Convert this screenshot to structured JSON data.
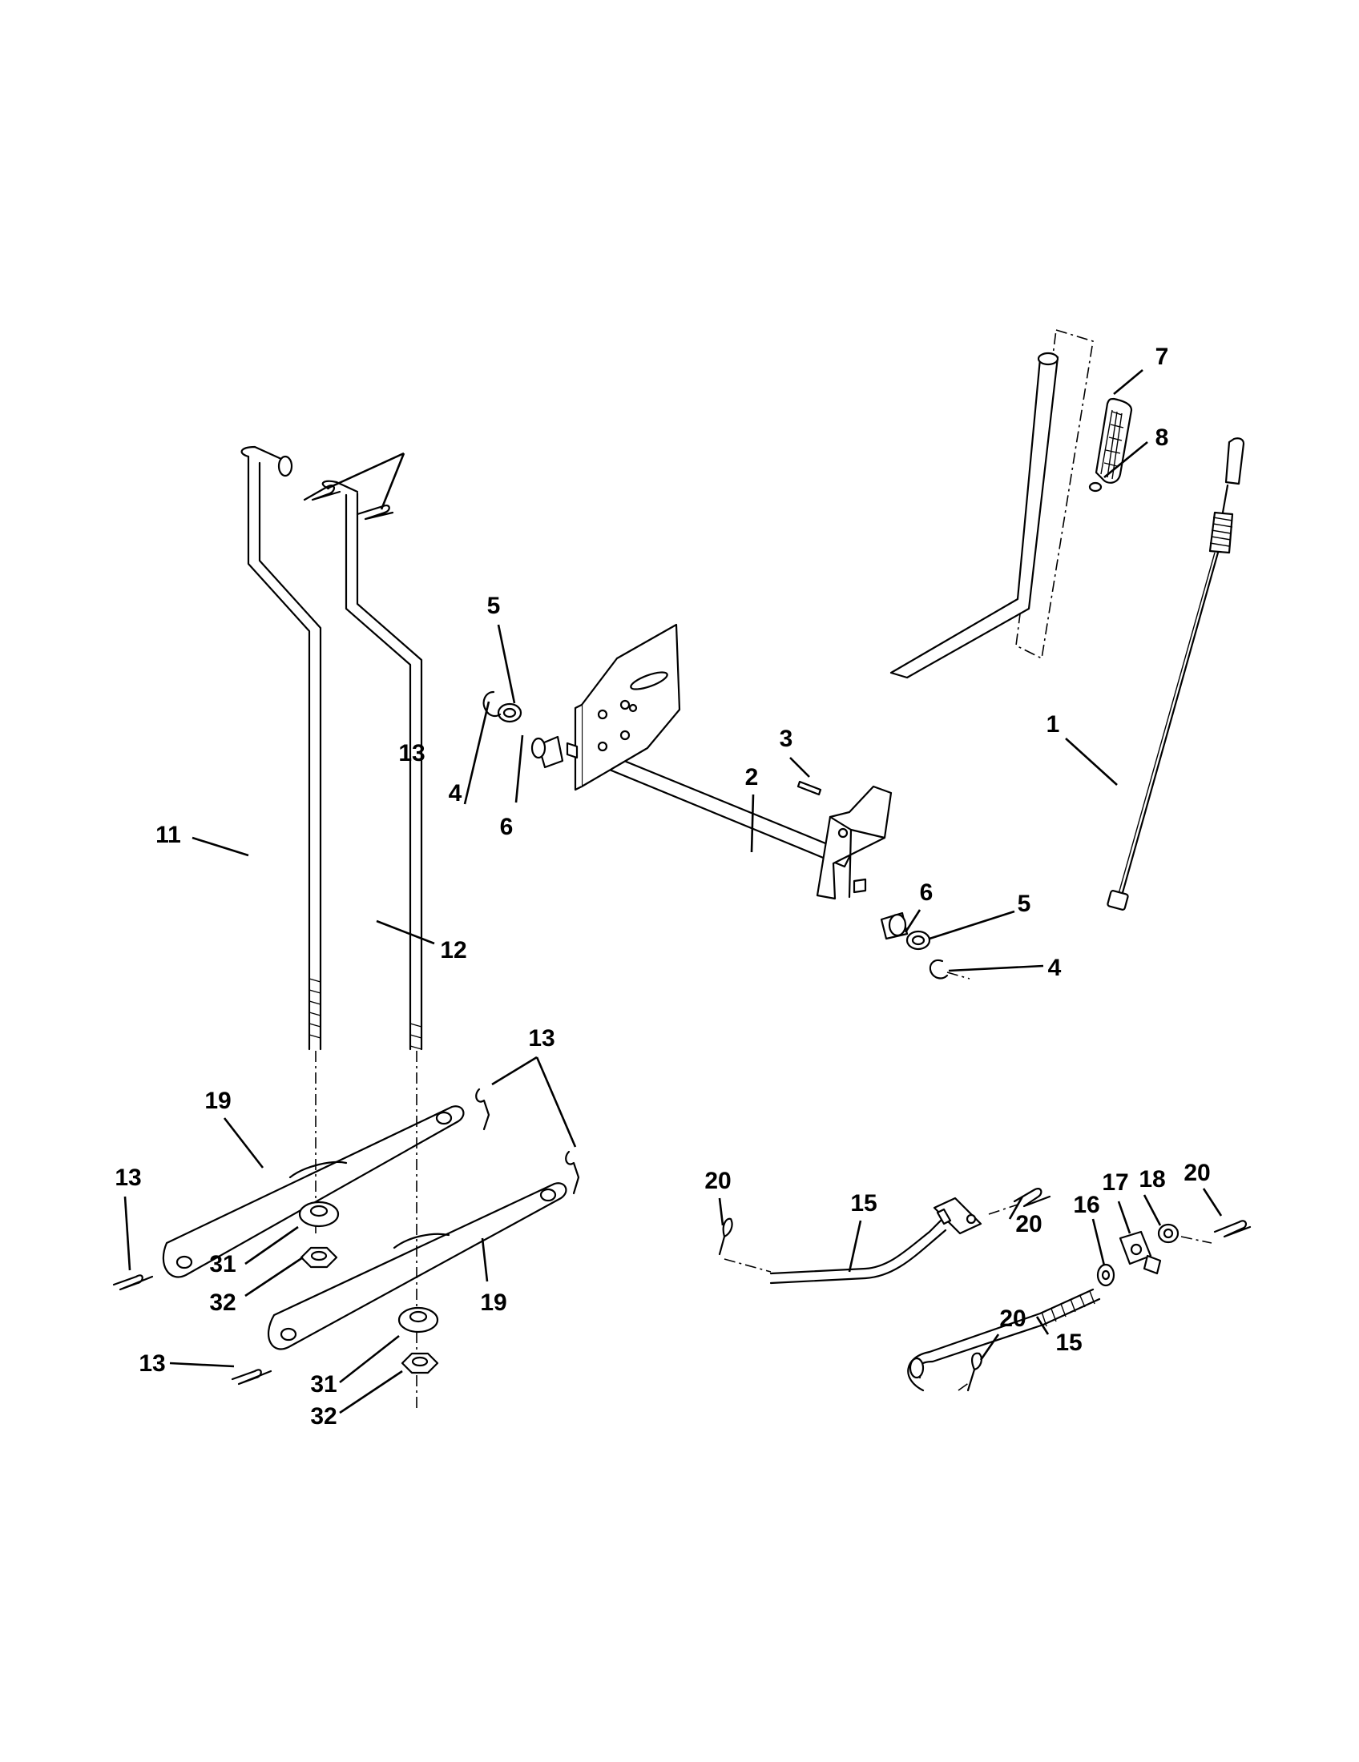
{
  "diagram": {
    "callouts": [
      {
        "id": "c7",
        "label": "7"
      },
      {
        "id": "c8",
        "label": "8"
      },
      {
        "id": "c5a",
        "label": "5"
      },
      {
        "id": "c1",
        "label": "1"
      },
      {
        "id": "c3",
        "label": "3"
      },
      {
        "id": "c13a",
        "label": "13"
      },
      {
        "id": "c4a",
        "label": "4"
      },
      {
        "id": "c2",
        "label": "2"
      },
      {
        "id": "c6a",
        "label": "6"
      },
      {
        "id": "c11",
        "label": "11"
      },
      {
        "id": "c6b",
        "label": "6"
      },
      {
        "id": "c5b",
        "label": "5"
      },
      {
        "id": "c12",
        "label": "12"
      },
      {
        "id": "c4b",
        "label": "4"
      },
      {
        "id": "c13b",
        "label": "13"
      },
      {
        "id": "c19a",
        "label": "19"
      },
      {
        "id": "c13c",
        "label": "13"
      },
      {
        "id": "c20a",
        "label": "20"
      },
      {
        "id": "c17",
        "label": "17"
      },
      {
        "id": "c18",
        "label": "18"
      },
      {
        "id": "c20b",
        "label": "20"
      },
      {
        "id": "c15a",
        "label": "15"
      },
      {
        "id": "c16",
        "label": "16"
      },
      {
        "id": "c20c",
        "label": "20"
      },
      {
        "id": "c31a",
        "label": "31"
      },
      {
        "id": "c32a",
        "label": "32"
      },
      {
        "id": "c19b",
        "label": "19"
      },
      {
        "id": "c20d",
        "label": "20"
      },
      {
        "id": "c15b",
        "label": "15"
      },
      {
        "id": "c13d",
        "label": "13"
      },
      {
        "id": "c31b",
        "label": "31"
      },
      {
        "id": "c32b",
        "label": "32"
      }
    ]
  }
}
